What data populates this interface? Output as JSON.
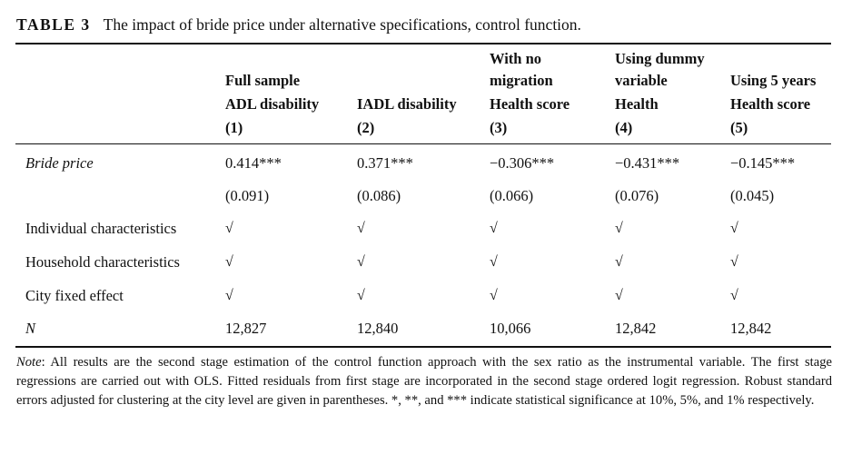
{
  "caption": {
    "label": "TABLE 3",
    "title": "The impact of bride price under alternative specifications, control function."
  },
  "columns": [
    {
      "group": "",
      "group2": "Full sample",
      "dep": "ADL disability",
      "num": "(1)"
    },
    {
      "group": "",
      "group2": "",
      "dep": "IADL disability",
      "num": "(2)"
    },
    {
      "group": "With no",
      "group2": "migration",
      "dep": "Health score",
      "num": "(3)"
    },
    {
      "group": "Using dummy",
      "group2": "variable",
      "dep": "Health",
      "num": "(4)"
    },
    {
      "group": "",
      "group2": "Using 5 years",
      "dep": "Health score",
      "num": "(5)"
    }
  ],
  "rows": [
    {
      "label": "Bride price",
      "cells": [
        "0.414***",
        "0.371***",
        "−0.306***",
        "−0.431***",
        "−0.145***"
      ]
    },
    {
      "label": "",
      "cells": [
        "(0.091)",
        "(0.086)",
        "(0.066)",
        "(0.076)",
        "(0.045)"
      ]
    },
    {
      "label": "Individual characteristics",
      "cells": [
        "√",
        "√",
        "√",
        "√",
        "√"
      ]
    },
    {
      "label": "Household characteristics",
      "cells": [
        "√",
        "√",
        "√",
        "√",
        "√"
      ]
    },
    {
      "label": "City fixed effect",
      "cells": [
        "√",
        "√",
        "√",
        "√",
        "√"
      ]
    },
    {
      "label": "N",
      "cells": [
        "12,827",
        "12,840",
        "10,066",
        "12,842",
        "12,842"
      ]
    }
  ],
  "note": {
    "label": "Note",
    "text": ": All results are the second stage estimation of the control function approach with the sex ratio as the instrumental variable. The first stage regressions are carried out with OLS. Fitted residuals from first stage are incorporated in the second stage ordered logit regression. Robust standard errors adjusted for clustering at the city level are given in parentheses. *, **, and *** indicate statistical significance at 10%, 5%, and 1% respectively."
  }
}
